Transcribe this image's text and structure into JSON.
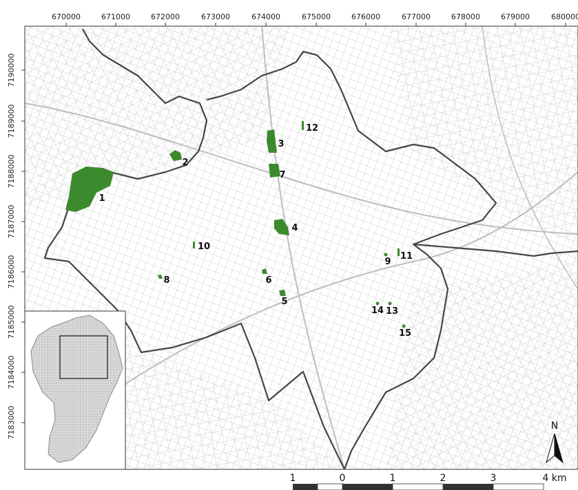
{
  "map": {
    "x_ticks": [
      "670000",
      "671000",
      "672000",
      "673000",
      "674000",
      "675000",
      "676000",
      "677000",
      "678000",
      "679000",
      "680000"
    ],
    "y_ticks": [
      "7190000",
      "7189000",
      "7188000",
      "7187000",
      "7186000",
      "7185000",
      "7184000",
      "7183000"
    ],
    "north_label": "N",
    "scale_labels": [
      "1",
      "0",
      "1",
      "2",
      "3",
      "4 km"
    ],
    "parks": [
      {
        "id": "1",
        "label": "1"
      },
      {
        "id": "2",
        "label": "2"
      },
      {
        "id": "3",
        "label": "3"
      },
      {
        "id": "4",
        "label": "4"
      },
      {
        "id": "5",
        "label": "5"
      },
      {
        "id": "6",
        "label": "6"
      },
      {
        "id": "7",
        "label": "7"
      },
      {
        "id": "8",
        "label": "8"
      },
      {
        "id": "9",
        "label": "9"
      },
      {
        "id": "10",
        "label": "10"
      },
      {
        "id": "11",
        "label": "11"
      },
      {
        "id": "12",
        "label": "12"
      },
      {
        "id": "13",
        "label": "13"
      },
      {
        "id": "14",
        "label": "14"
      },
      {
        "id": "15",
        "label": "15"
      }
    ],
    "colors": {
      "park": "#3c8a2e",
      "boundary": "#444444",
      "streets": "#c8c8c8",
      "frame": "#333333"
    }
  }
}
